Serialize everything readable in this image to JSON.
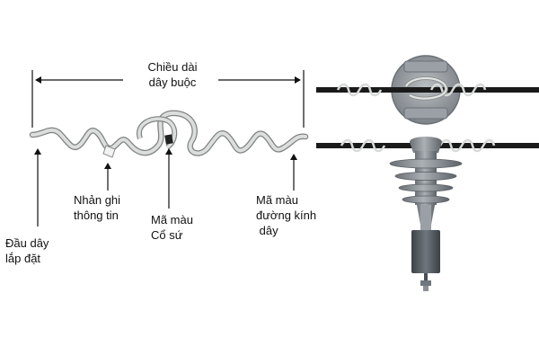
{
  "labels": {
    "tie_length": [
      "Chiều dài",
      "dây buộc"
    ],
    "label_tag": [
      "Nhản ghi",
      "thông tin"
    ],
    "insulator_code": [
      "Mã màu",
      "Cổ sứ"
    ],
    "diameter_code": [
      "Mã màu",
      "đường kính",
      " dây"
    ],
    "install_end": [
      "Đầu dây",
      "lắp đặt"
    ]
  },
  "colors": {
    "line": "#111111",
    "tie_wire": "#d6d8d8",
    "tie_outline": "#8a8c8c",
    "conductor": "#1a1a1a",
    "insulator": "#8e9499",
    "insulator_dark": "#5f656a",
    "insulator_light": "#b4babe",
    "color_band": "#222222"
  }
}
